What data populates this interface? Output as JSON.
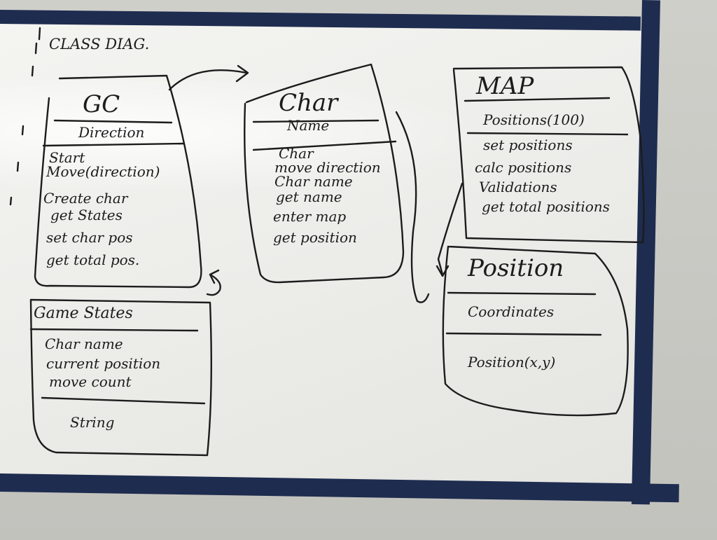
{
  "header": {
    "label": "CLASS DIAG."
  },
  "classes": {
    "gc": {
      "name": "GC",
      "attributes": [
        "Direction"
      ],
      "methods": [
        "Start",
        "Move(direction)",
        "Create char",
        "get States",
        "set char pos",
        "get total pos."
      ]
    },
    "char": {
      "name": "Char",
      "attributes": [
        "Name"
      ],
      "methods": [
        "Char",
        "move direction",
        "Char name",
        "get name",
        "enter map",
        "get position"
      ]
    },
    "map": {
      "name": "MAP",
      "attributes": [
        "Positions(100)"
      ],
      "methods": [
        "set positions",
        "calc positions",
        "Validations",
        "get total positions"
      ]
    },
    "position": {
      "name": "Position",
      "attributes": [
        "Coordinates"
      ],
      "methods": [
        "Position(x,y)"
      ]
    },
    "game_states": {
      "name": "Game States",
      "attributes": [
        "Char name",
        "current position",
        "move count"
      ],
      "methods": [
        "String"
      ]
    }
  },
  "colors": {
    "ink": "#1c1c1c",
    "tape": "#1e2c4f",
    "board": "#f1f1ee"
  }
}
